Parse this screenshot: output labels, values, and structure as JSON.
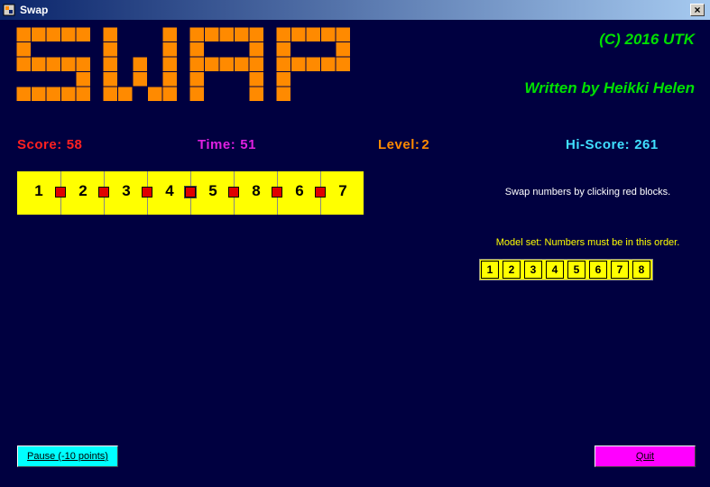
{
  "window": {
    "title": "Swap",
    "close_label": "×"
  },
  "logo": {
    "text": "SWAP",
    "cell_color": "#ff8a00"
  },
  "credits": {
    "copyright": "(C) 2016 UTK",
    "author": "Written by Heikki Helen"
  },
  "stats": {
    "score_label": "Score:",
    "score_value": "58",
    "score_color": "#ff2020",
    "time_label": "Time:",
    "time_value": "51",
    "time_color": "#e020e0",
    "level_label": "Level:",
    "level_value": "2",
    "level_color": "#ff8a00",
    "hiscore_label": "Hi-Score:",
    "hiscore_value": "261",
    "hiscore_color": "#40e0ff"
  },
  "board": {
    "numbers": [
      "1",
      "2",
      "3",
      "4",
      "5",
      "8",
      "6",
      "7"
    ],
    "selected_swap_index": 3
  },
  "hint": "Swap numbers by clicking red blocks.",
  "model": {
    "label": "Model set: Numbers must be in this order.",
    "numbers": [
      "1",
      "2",
      "3",
      "4",
      "5",
      "6",
      "7",
      "8"
    ]
  },
  "buttons": {
    "pause": "Pause (-10 points)",
    "quit": "Quit"
  }
}
